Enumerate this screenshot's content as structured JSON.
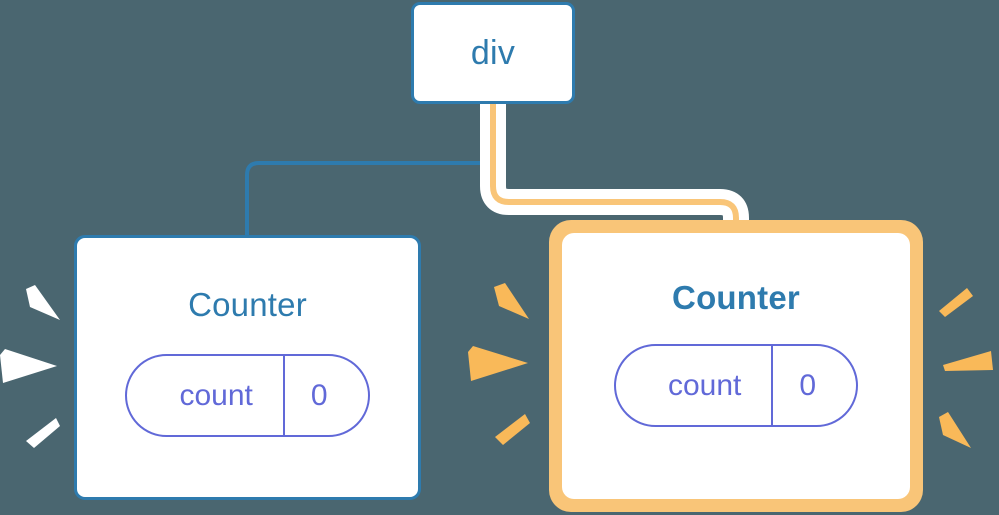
{
  "diagram": {
    "title": "React component tree re-render highlight",
    "background_color": "#4A6670",
    "accent_blue": "#2E7BAE",
    "accent_orange": "#F9C578",
    "accent_purple": "#6169D8",
    "card_background": "#FFFFFF"
  },
  "root": {
    "label": "div"
  },
  "nodes": [
    {
      "id": "counter-left",
      "label": "Counter",
      "highlighted": false,
      "edge_color": "#2E7BAE",
      "sparkle_color": "#FFFFFF",
      "state": {
        "key": "count",
        "value": "0"
      }
    },
    {
      "id": "counter-right",
      "label": "Counter",
      "highlighted": true,
      "edge_color": "#F9C578",
      "sparkle_color": "#F9B959",
      "state": {
        "key": "count",
        "value": "0"
      }
    }
  ],
  "edges": [
    {
      "id": "edge-div-to-counter-left",
      "from": "div",
      "to": "counter-left",
      "color": "#2E7BAE",
      "highlighted": false
    },
    {
      "id": "edge-div-to-counter-right",
      "from": "div",
      "to": "counter-right",
      "color": "#F9C578",
      "highlighted": true
    }
  ],
  "sparkles": {
    "left_group_color": "#FFFFFF",
    "middle_group_color": "#F9B959",
    "right_group_color": "#F9B959",
    "count_per_group": 3
  }
}
